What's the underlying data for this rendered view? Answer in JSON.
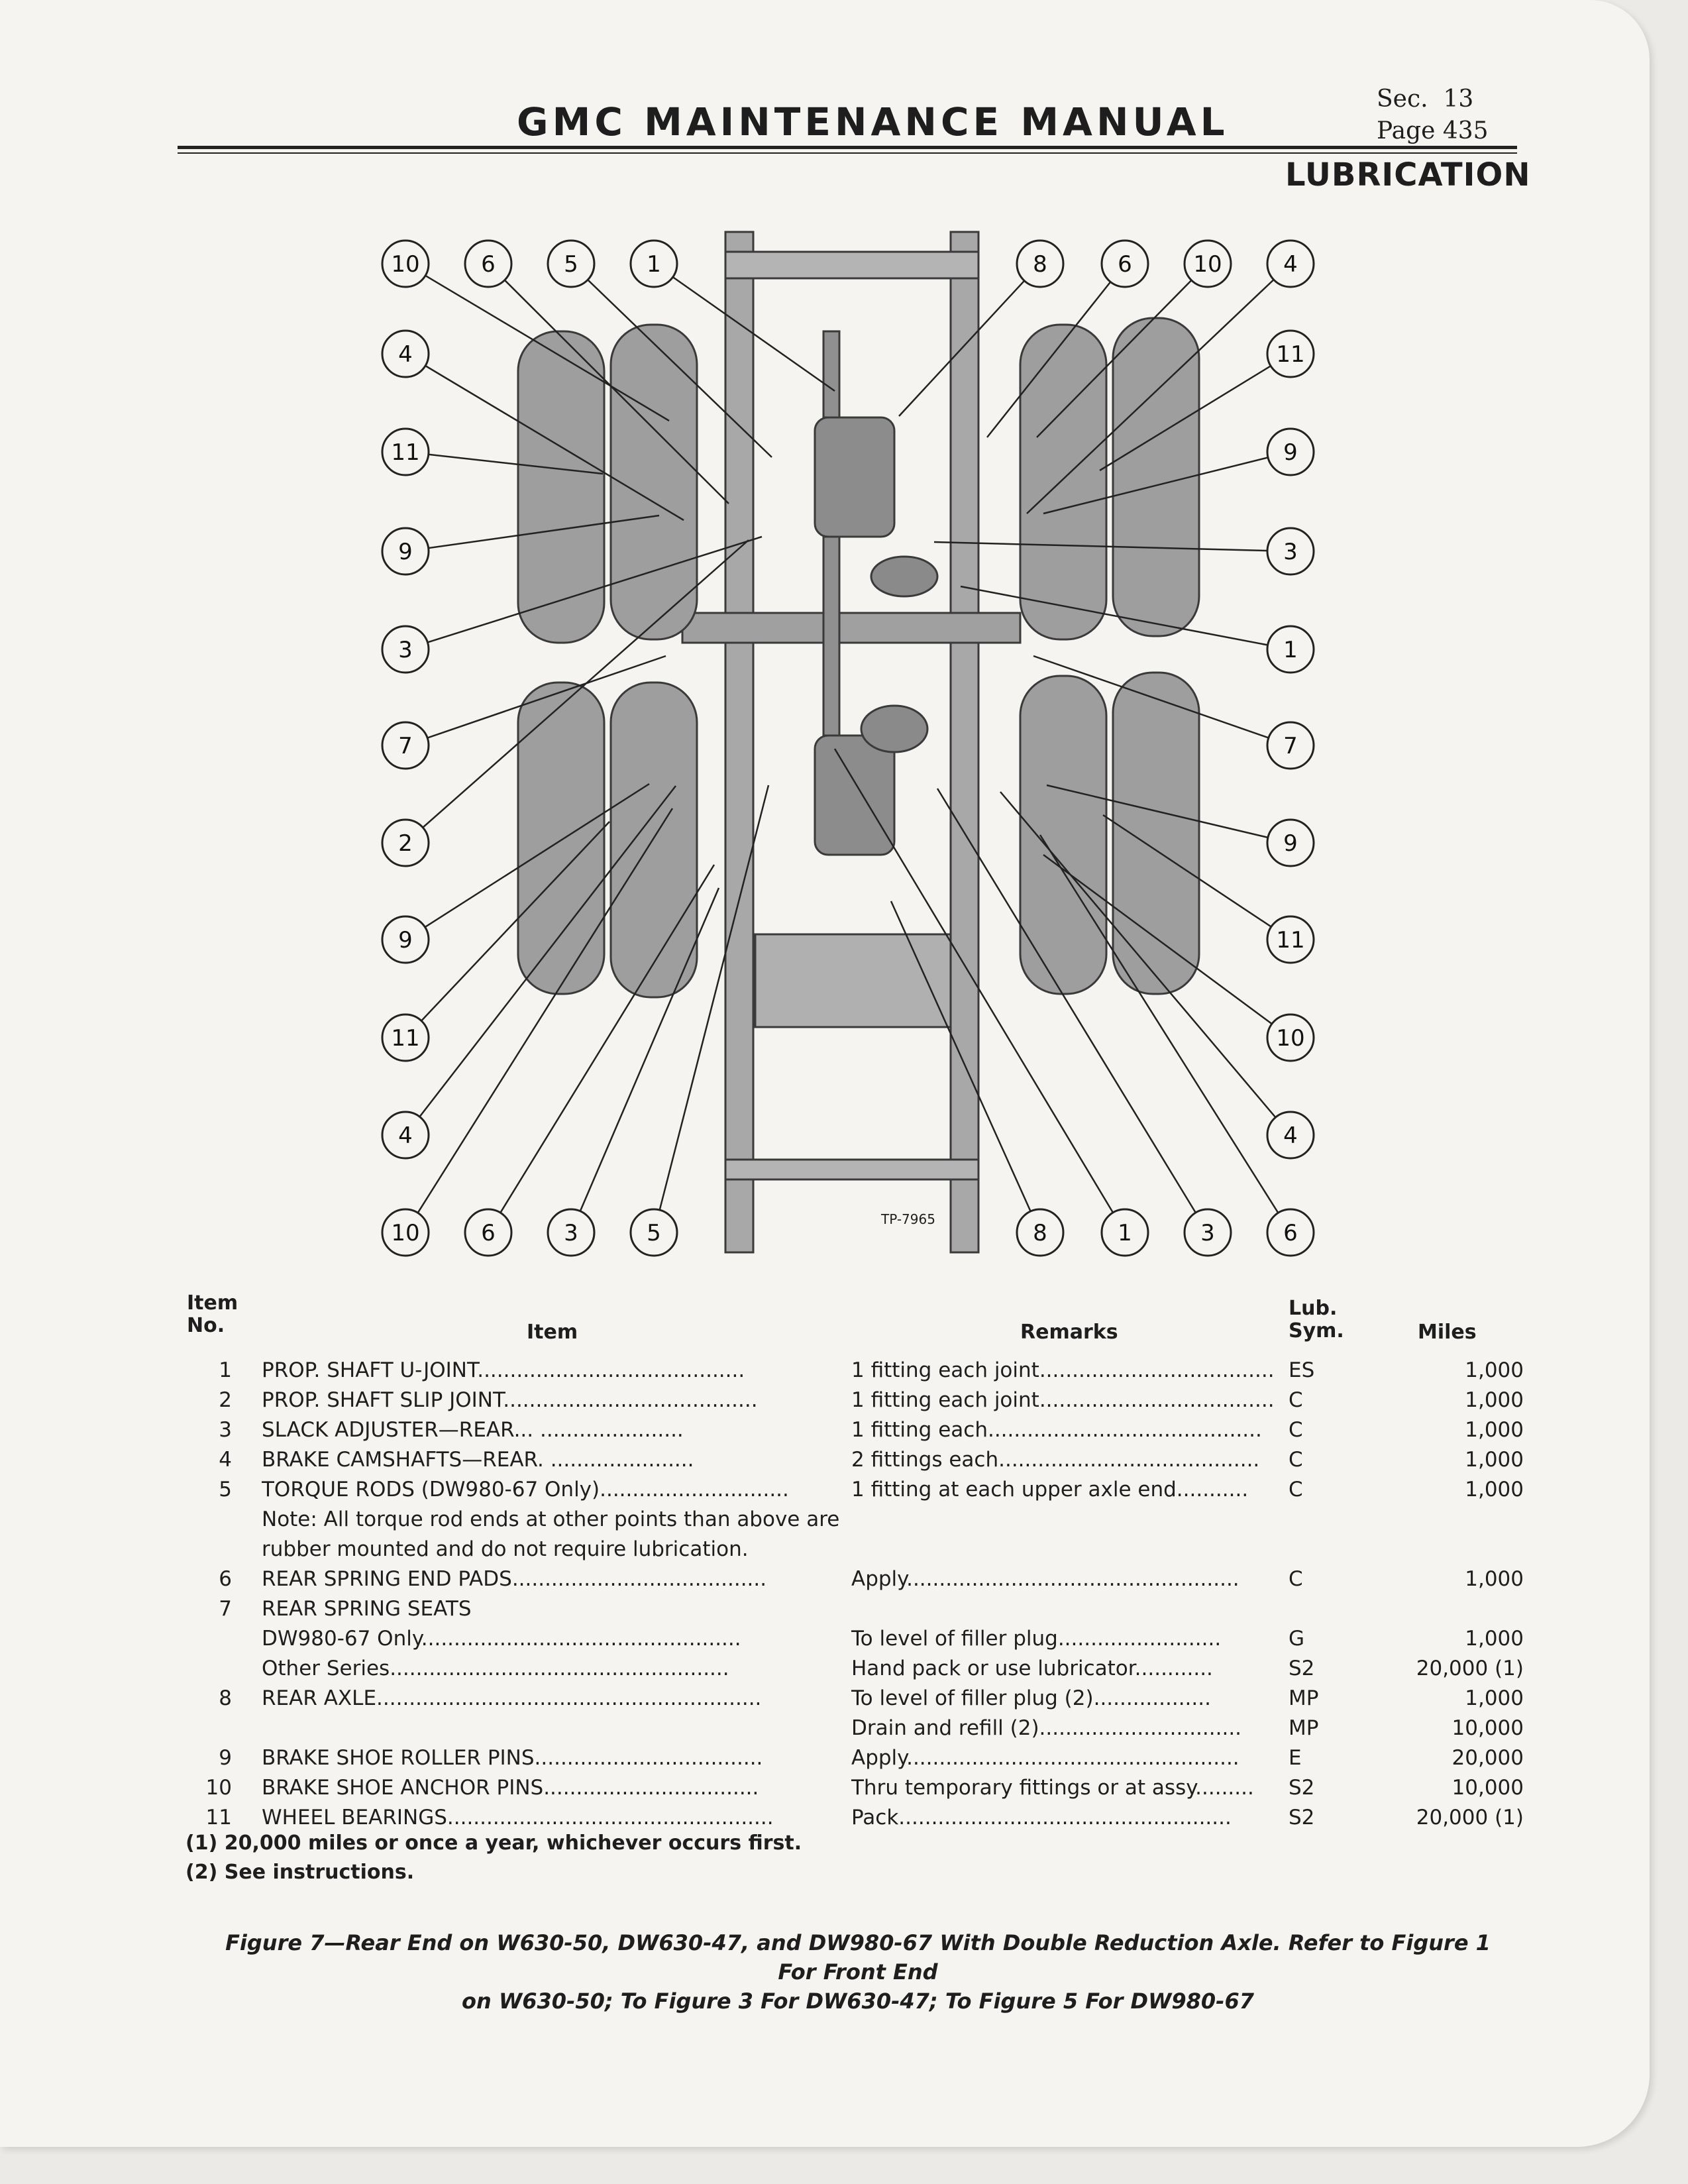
{
  "header": {
    "title": "GMC MAINTENANCE MANUAL",
    "sec_label": "Sec.",
    "sec_value": "13",
    "page_label": "Page",
    "page_value": "435",
    "section": "LUBRICATION"
  },
  "figure": {
    "code": "TP-7965",
    "callouts_left": [
      "10",
      "6",
      "5",
      "1"
    ],
    "callouts_right_top": [
      "8",
      "6",
      "10",
      "4"
    ],
    "side_left": [
      "4",
      "11",
      "9",
      "3",
      "7",
      "2",
      "9",
      "11",
      "4"
    ],
    "side_right": [
      "11",
      "9",
      "3",
      "1",
      "7",
      "9",
      "11",
      "10",
      "4"
    ],
    "bottom_left": [
      "10",
      "6",
      "3",
      "5"
    ],
    "bottom_right": [
      "8",
      "1",
      "3",
      "6"
    ]
  },
  "table": {
    "headers": {
      "item_no": "Item No.",
      "item": "Item",
      "remarks": "Remarks",
      "lub_sym": "Lub. Sym.",
      "miles": "Miles"
    },
    "rows": [
      {
        "no": "1",
        "item": "PROP. SHAFT U-JOINT.........................................",
        "remarks": "1 fitting each joint....................................",
        "sym": "ES",
        "miles": "1,000"
      },
      {
        "no": "2",
        "item": "PROP. SHAFT SLIP JOINT.......................................",
        "remarks": "1 fitting each joint....................................",
        "sym": "C",
        "miles": "1,000"
      },
      {
        "no": "3",
        "item": "SLACK ADJUSTER—REAR...           ......................",
        "remarks": "1 fitting each..........................................",
        "sym": "C",
        "miles": "1,000"
      },
      {
        "no": "4",
        "item": "BRAKE CAMSHAFTS—REAR.        ......................",
        "remarks": "2 fittings each........................................",
        "sym": "C",
        "miles": "1,000"
      },
      {
        "no": "5",
        "item": "TORQUE RODS (DW980-67 Only).............................",
        "remarks": "1 fitting at each upper axle end...........",
        "sym": "C",
        "miles": "1,000"
      },
      {
        "no": "",
        "item": "Note: All torque rod ends at other points than above are",
        "remarks": "",
        "sym": "",
        "miles": ""
      },
      {
        "no": "",
        "item": "        rubber mounted and do not require lubrication.",
        "remarks": "",
        "sym": "",
        "miles": ""
      },
      {
        "no": "6",
        "item": "REAR SPRING END PADS.......................................",
        "remarks": "Apply...................................................",
        "sym": "C",
        "miles": "1,000"
      },
      {
        "no": "7",
        "item": "REAR SPRING SEATS",
        "remarks": "",
        "sym": "",
        "miles": ""
      },
      {
        "no": "",
        "item": "    DW980-67 Only.................................................",
        "remarks": "To level of filler plug.........................",
        "sym": "G",
        "miles": "1,000"
      },
      {
        "no": "",
        "item": "    Other Series....................................................",
        "remarks": "Hand pack or use lubricator............",
        "sym": "S2",
        "miles": "20,000 (1)"
      },
      {
        "no": "8",
        "item": "REAR AXLE...........................................................",
        "remarks": "To level of filler plug (2)..................",
        "sym": "MP",
        "miles": "1,000"
      },
      {
        "no": "",
        "item": "",
        "remarks": "Drain and refill (2)...............................",
        "sym": "MP",
        "miles": "10,000"
      },
      {
        "no": "9",
        "item": "BRAKE SHOE ROLLER PINS...................................",
        "remarks": "Apply...................................................",
        "sym": "E",
        "miles": "20,000"
      },
      {
        "no": "10",
        "item": "BRAKE SHOE ANCHOR PINS.................................",
        "remarks": "Thru temporary fittings or at assy.........",
        "sym": "S2",
        "miles": "10,000"
      },
      {
        "no": "11",
        "item": "WHEEL BEARINGS..................................................",
        "remarks": "Pack...................................................",
        "sym": "S2",
        "miles": "20,000 (1)"
      }
    ]
  },
  "footnotes": [
    "(1) 20,000 miles or once a year, whichever occurs first.",
    "(2) See instructions."
  ],
  "caption": {
    "line1": "Figure 7—Rear End on W630-50, DW630-47, and DW980-67 With Double Reduction Axle.  Refer to Figure 1  For Front End",
    "line2": "on W630-50; To Figure 3 For DW630-47;  To Figure 5 For DW980-67"
  }
}
